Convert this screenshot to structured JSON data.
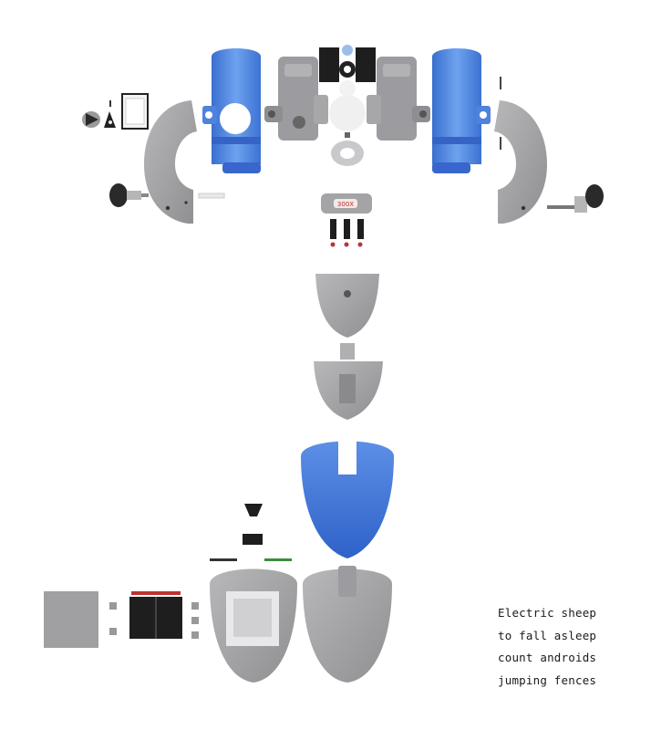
{
  "image": {
    "description_caption": [
      "Electric sheep",
      "to fall asleep",
      "count androids",
      "jumping fences"
    ],
    "colors": {
      "background": "#ffffff",
      "plastic_grey": "#a3a3a5",
      "translucent_blue": "#4f87e0",
      "black_parts": "#1e1e1e"
    }
  },
  "badge": {
    "text": "300X"
  }
}
